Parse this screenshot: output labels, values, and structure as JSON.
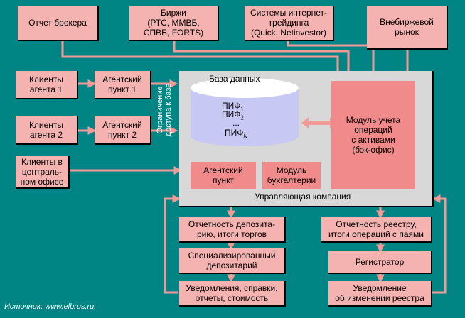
{
  "boxes": {
    "broker_report": "Отчет брокера",
    "exchanges": "Биржи\n(РТС, ММВБ,\nСПВБ, FORTS)",
    "trading_systems": "Системы интернет-\nтрейдинга\n(Quick, Netinvestor)",
    "otc_market": "Внебиржевой\nрынок",
    "clients_agent1": "Клиенты\nагента 1",
    "agent_point1": "Агентский\nпункт 1",
    "clients_agent2": "Клиенты\nагента 2",
    "agent_point2": "Агентский\nпункт 2",
    "clients_central": "Клиенты в\nцентраль-\nном офисе",
    "agent_point": "Агентский\nпункт",
    "accounting_module": "Модуль\nбухгалтерии",
    "asset_module": "Модуль учета\nопераций\nс активами\n(бэк-офис)",
    "depository_report": "Отчетность депозита-\nрию, итоги торгов",
    "depository": "Специализированный\nдепозитарий",
    "notifications": "Уведомления, справки,\nотчеты, стоимость",
    "registry_report": "Отчетность реестру,\nитоги операций с паями",
    "registrar": "Регистратор",
    "registry_notice": "Уведомление\nоб изменении реестра"
  },
  "database": {
    "title": "База данных",
    "fund1_base": "ПИФ",
    "fund1_sub": "1",
    "fund2_base": "ПИФ",
    "fund2_sub": "2",
    "dots": "...",
    "fundn_base": "ПИФ",
    "fundn_sub": "N"
  },
  "labels": {
    "management_company": "Управляющая компания",
    "access_restriction": "Ограничение\nдоступа к базе",
    "source": "Источник: www.elbrus.ru."
  },
  "colors": {
    "background": "#008484",
    "box": "#f4b2b0",
    "module": "#f18b8b",
    "panel": "#d8d8d8",
    "arrow": "#f39a98",
    "database": "#c8c8f4"
  }
}
